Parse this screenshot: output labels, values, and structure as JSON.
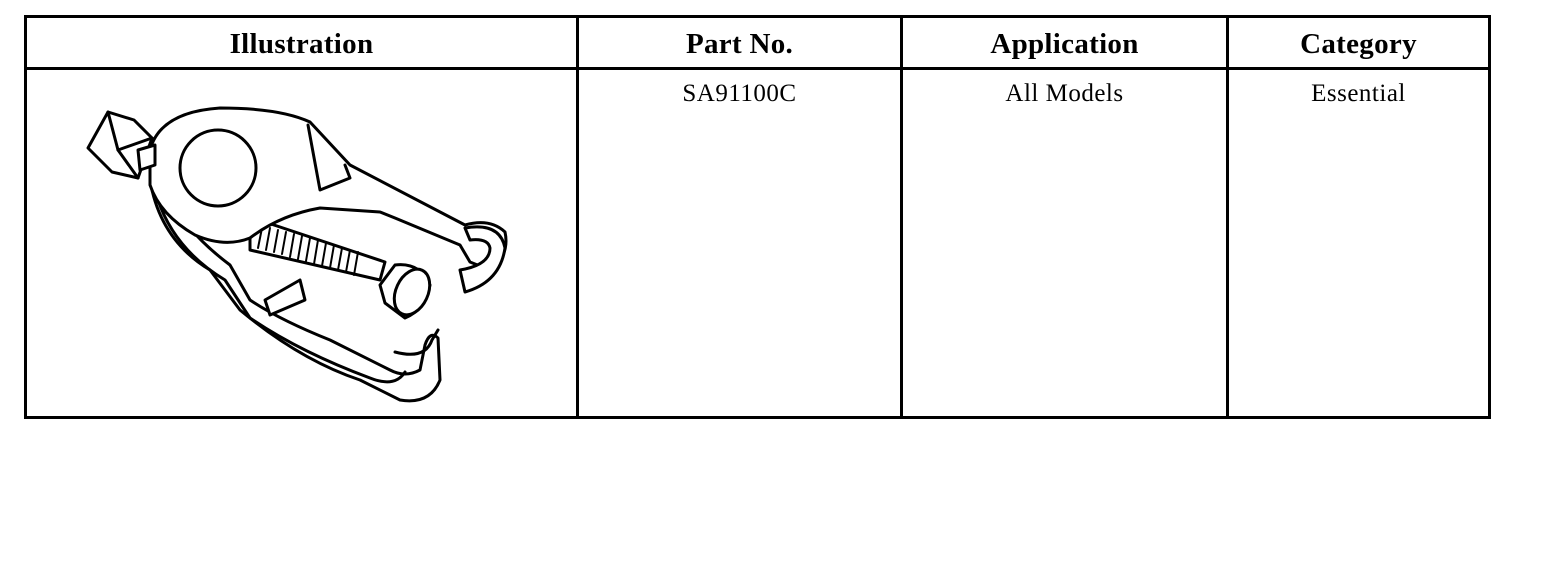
{
  "table": {
    "headers": {
      "illustration": "Illustration",
      "part_no": "Part No.",
      "application": "Application",
      "category": "Category"
    },
    "rows": [
      {
        "illustration_icon": "puller-tool-icon",
        "part_no": "SA91100C",
        "application": "All Models",
        "category": "Essential"
      }
    ]
  }
}
